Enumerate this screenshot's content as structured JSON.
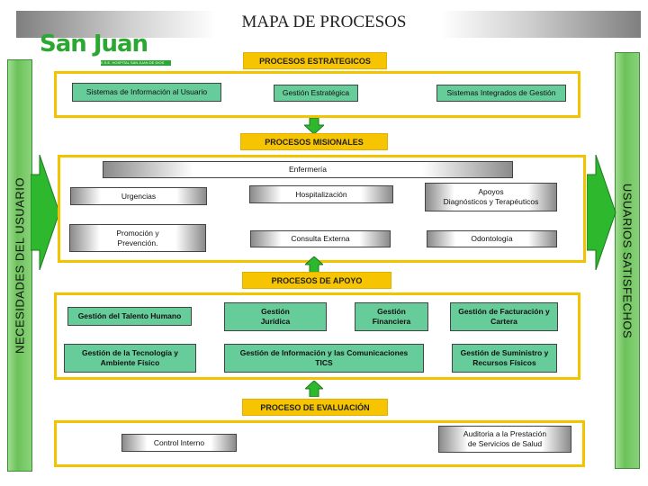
{
  "title": "MAPA DE PROCESOS",
  "logo": {
    "text": "San Juan",
    "sub": "E.S.E. HOSPITAL SAN JUAN DE DIOS"
  },
  "left_label": "NECESIDADES DEL USUARIO",
  "right_label": "USUARIOS  SATISFECHOS",
  "colors": {
    "accent": "#f2c400",
    "green": "#66cc99",
    "side_green": "#6cc25a",
    "arrow_green": "#2eb82e"
  },
  "estrategicos": {
    "header": "PROCESOS ESTRATEGICOS",
    "items": [
      "Sistemas de Información al Usuario",
      "Gestión Estratégica",
      "Sistemas Integrados de Gestión"
    ]
  },
  "misionales": {
    "header": "PROCESOS MISIONALES",
    "enfermeria": "Enfermería",
    "urgencias": "Urgencias",
    "hospitalizacion": "Hospitalización",
    "apoyos": "Apoyos\nDiagnósticos y Terapéuticos",
    "promocion": "Promoción y\nPrevención.",
    "consulta": "Consulta Externa",
    "odontologia": "Odontología"
  },
  "apoyo": {
    "header": "PROCESOS DE APOYO",
    "talento": "Gestión del Talento Humano",
    "juridica": "Gestión\nJurídica",
    "financiera": "Gestión\nFinanciera",
    "facturacion": "Gestión de Facturación y\nCartera",
    "tecnologia": "Gestión de la Tecnología y\nAmbiente Físico",
    "informacion": "Gestión de Información y las Comunicaciones\nTICS",
    "suministro": "Gestión de Suministro y\nRecursos Físicos"
  },
  "evaluacion": {
    "header": "PROCESO DE EVALUACIÓN",
    "control": "Control Interno",
    "auditoria": "Auditoria a la Prestación\nde Servicios de Salud"
  }
}
